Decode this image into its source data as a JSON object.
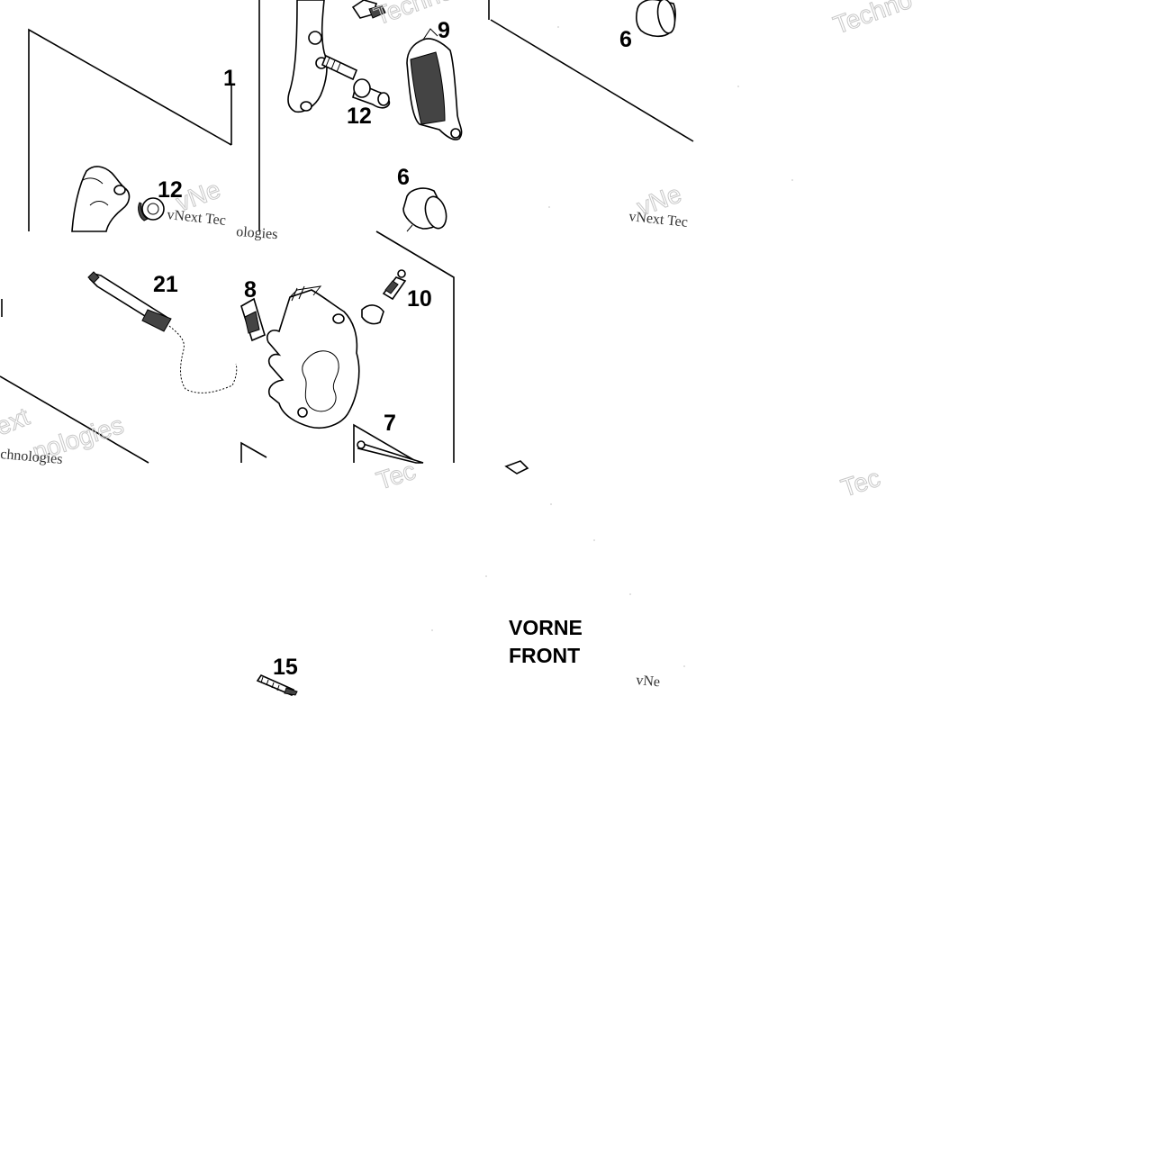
{
  "diagram": {
    "type": "exploded-parts-diagram",
    "callouts": [
      {
        "id": "c1",
        "label": "1"
      },
      {
        "id": "c9",
        "label": "9"
      },
      {
        "id": "c6a",
        "label": "6"
      },
      {
        "id": "c12a",
        "label": "12"
      },
      {
        "id": "c6b",
        "label": "6"
      },
      {
        "id": "c12b",
        "label": "12"
      },
      {
        "id": "c21",
        "label": "21"
      },
      {
        "id": "c8",
        "label": "8"
      },
      {
        "id": "c10",
        "label": "10"
      },
      {
        "id": "c7",
        "label": "7"
      },
      {
        "id": "c15",
        "label": "15"
      }
    ],
    "front_label": {
      "line1": "VORNE",
      "line2": "FRONT"
    },
    "watermarks": [
      {
        "id": "wm1",
        "text": "Techno"
      },
      {
        "id": "wm2",
        "text": "Techno"
      },
      {
        "id": "wm3",
        "text": "vNe"
      },
      {
        "id": "wm4",
        "text": "vNext Tec"
      },
      {
        "id": "wm5",
        "text": "ologies"
      },
      {
        "id": "wm6",
        "text": "vNe"
      },
      {
        "id": "wm7",
        "text": "vNext Tec"
      },
      {
        "id": "wm8",
        "text": "ext"
      },
      {
        "id": "wm9",
        "text": "nologies"
      },
      {
        "id": "wm10",
        "text": "chnologies"
      },
      {
        "id": "wm11",
        "text": "Tec"
      },
      {
        "id": "wm12",
        "text": "Tec"
      },
      {
        "id": "wm13",
        "text": "vNe"
      }
    ]
  }
}
